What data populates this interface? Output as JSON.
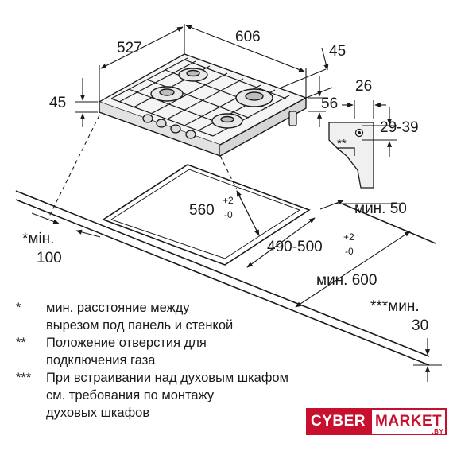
{
  "dimensions": {
    "hob_width": "606",
    "hob_depth": "527",
    "side_45": "45",
    "height_45": "45",
    "height_56": "56",
    "bracket_26": "26",
    "bracket_range": "29-39",
    "bracket_marker": "**",
    "cutout_width_base": "560",
    "cutout_width_tol_plus": "+2",
    "cutout_width_tol_minus": "-0",
    "cutout_depth_base": "490-500",
    "cutout_depth_tol_plus": "+2",
    "cutout_depth_tol_minus": "-0",
    "min_50": "мин. 50",
    "min_600": "мин. 600",
    "min_100_line1": "*мін.",
    "min_100_line2": "100",
    "min_30_line1": "***мин.",
    "min_30_line2": "30"
  },
  "notes": [
    {
      "mark": "*",
      "lines": [
        "мин. расстояние между",
        "вырезом под панель и стенкой"
      ]
    },
    {
      "mark": "**",
      "lines": [
        "Положение отверстия для",
        "подключения газа"
      ]
    },
    {
      "mark": "***",
      "lines": [
        "При встраивании над духовым шкафом",
        "см. требования по монтажу",
        "духовых шкафов"
      ]
    }
  ],
  "logo": {
    "part1": "CYBER",
    "part2": "MARKET",
    "suffix": ".BY"
  }
}
